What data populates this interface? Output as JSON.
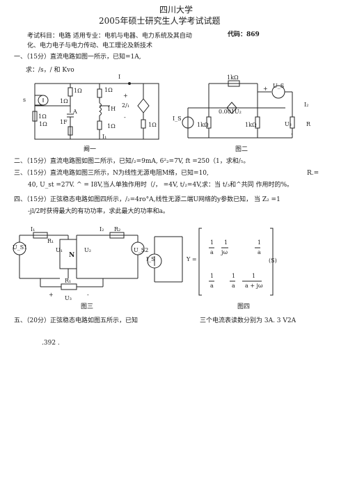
{
  "header": {
    "university": "四川大学",
    "exam_title": "2005年硕士研究生人学考试试题",
    "subject_line": "考试科目：电路   适用专业：电机与电器、电力系统及其自动",
    "code": "代码：869",
    "subject_line2": "化、电力电子与电力传动、电工理论及新技术"
  },
  "q1": {
    "line1": "一、（15分）直流电路如图一所示，已知=1A,",
    "line2": "求：/s，/  和   Kvo"
  },
  "fig1": {
    "caption": "阚一",
    "labels": {
      "s": "s",
      "r1": "1Ω",
      "r2": "1Ω",
      "r3": "1Ω",
      "r4": "1Ω",
      "r5": "1Ω",
      "r6": "1Ω",
      "r7": "1Ω",
      "cap": "1F",
      "ammeter": "A",
      "ind": "1H",
      "src": "2/₁",
      "i": "I",
      "i1": "I₁",
      "plus": "+",
      "minus": "-"
    }
  },
  "fig2": {
    "caption": "图二",
    "labels": {
      "r_top": "1kΩ",
      "vccs": "0.001U₂",
      "r_left": "1kΩ",
      "r_mid": "1kΩ",
      "vs": "U_S",
      "isrc": "I_S",
      "i2": "I₂",
      "u2": "U₂",
      "r": "R",
      "plus": "+",
      "minus": "-"
    }
  },
  "q2": {
    "line1": "二、（15分）直流电路图如图二所示，已知/₂=9mA, 6²₂=7V, ft =250（1，求和/₅。"
  },
  "q3": {
    "line1": "三、（15分）直流电路如图三所示，N为线性无源电阻M络，已知=10,",
    "line1_end": "R.=",
    "line2": "40, U_st =27V. ^ = I8V,当人单独作用时（/，  =4V, t/₂=4V,求：当  t/₃和^共同  作用时的%。"
  },
  "q4": {
    "line1": "四、（15分）正弦稳态电路如图四所示，/₂=4ro°A,线性无源二端U网络的y参数已知，  当 Z₂ =1",
    "line2": "-jl/2时获得最大的有功功率，求此最大的功率和a。"
  },
  "fig3": {
    "caption": "图三",
    "labels": {
      "i1": "I₁",
      "r1": "R₁",
      "i2": "I₂",
      "r2": "R₂",
      "us1": "U_S1",
      "u1": "U₁",
      "n": "N",
      "u2": "U₂",
      "us2": "U_S2",
      "r3": "R₁",
      "u3": "U₃",
      "plus": "+",
      "minus": "-"
    }
  },
  "fig4": {
    "caption": "图四",
    "labels": {
      "is": "I_S",
      "y": "Y =",
      "m11a": "1",
      "m11b": "a",
      "m11c": "1",
      "m11d": "jω",
      "m12a": "1",
      "m12b": "a",
      "m21a": "1",
      "m21b": "a",
      "m22a": "1",
      "m22b": "a",
      "m22c": "1",
      "m22d": "a + jω",
      "unit": "(S)"
    }
  },
  "q5": {
    "line1": "五、（20分）正弦稳态电路如图五所示，已知",
    "line1_end": "三个电流表读数分别为 3A. 3 V2A",
    "line2": ".392 ."
  }
}
